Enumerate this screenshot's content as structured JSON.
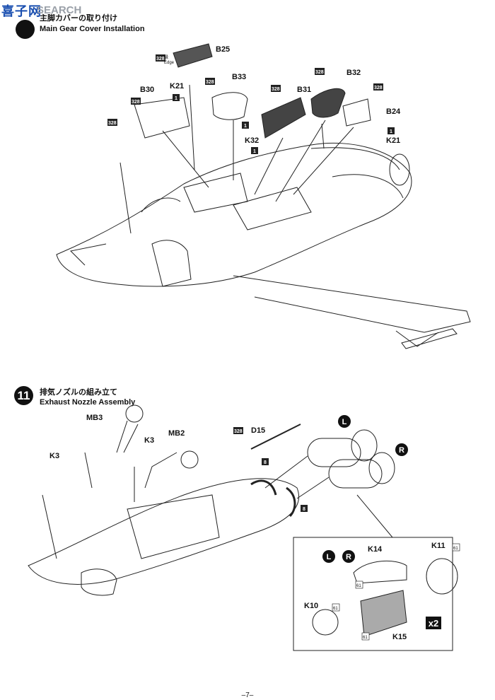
{
  "watermark": {
    "cn": "喜子网",
    "en": "SEARCH"
  },
  "step10": {
    "title_jp": "主脚カバーの取り付け",
    "title_en": "Main Gear Cover Installation",
    "parts": [
      "B25",
      "B33",
      "B30",
      "B31",
      "B32",
      "B24",
      "K21",
      "K21",
      "K32"
    ],
    "paint_code": "328",
    "paint_note_jp": "縁",
    "paint_note_en": "Edge",
    "glue_code": "1"
  },
  "step11": {
    "number": "11",
    "title_jp": "排気ノズルの組み立て",
    "title_en": "Exhaust Nozzle Assembly",
    "parts": [
      "MB3",
      "MB2",
      "K3",
      "K3",
      "D15",
      "K14",
      "K11",
      "K10",
      "K15"
    ],
    "side_left": "L",
    "side_right": "R",
    "paint_codes": [
      "328",
      "8",
      "61"
    ],
    "multiplier": "x2"
  },
  "footer": {
    "page": "–7–"
  }
}
